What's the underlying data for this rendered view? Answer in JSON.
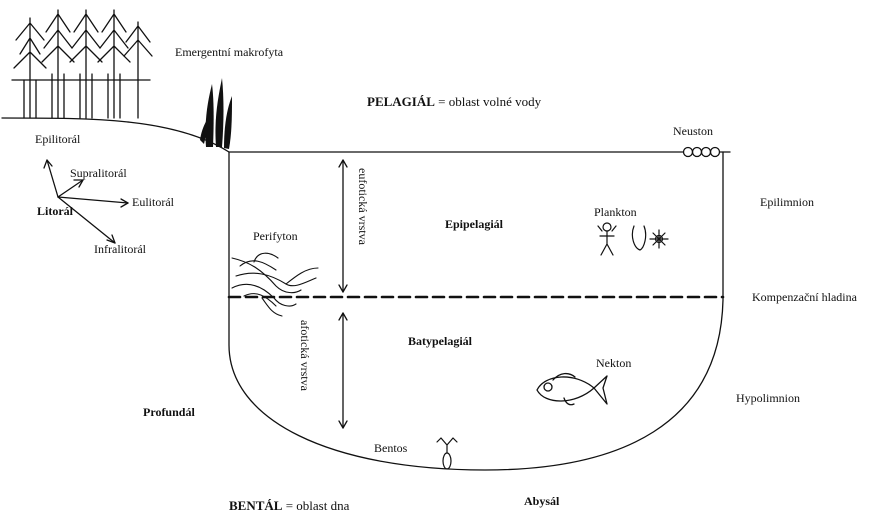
{
  "labels": {
    "emergent_macrophytes": "Emergentní makrofyta",
    "pelagial_term": "PELAGIÁL",
    "pelagial_def": " = oblast volné vody",
    "neuston": "Neuston",
    "epilitoral": "Epilitorál",
    "supralitoral": "Supralitorál",
    "eulitoral": "Eulitorál",
    "litoral": "Litorál",
    "infralitoral": "Infralitorál",
    "perifyton": "Perifyton",
    "euphotic_layer": "eufotická vrstva",
    "epipelagial": "Epipelagiál",
    "plankton": "Plankton",
    "epilimnion": "Epilimnion",
    "compensation_level": "Kompenzační hladina",
    "aphotic_layer": "afotická vrstva",
    "batypelagial": "Batypelagiál",
    "nekton": "Nekton",
    "hypolimnion": "Hypolimnion",
    "profundal": "Profundál",
    "bentos": "Bentos",
    "bental_term": "BENTÁL",
    "bental_def": " = oblast dna",
    "abysal": "Abysál"
  },
  "icons": {
    "trees": "conifer-trees-icon",
    "reeds": "reed-plants-icon",
    "neuston": "neuston-chain-icon",
    "periphyton": "periphyton-algae-icon",
    "plankton": "plankton-organisms-icon",
    "fish": "fish-icon",
    "benthos": "benthic-organism-icon"
  },
  "colors": {
    "ink": "#111111",
    "background": "#ffffff"
  }
}
